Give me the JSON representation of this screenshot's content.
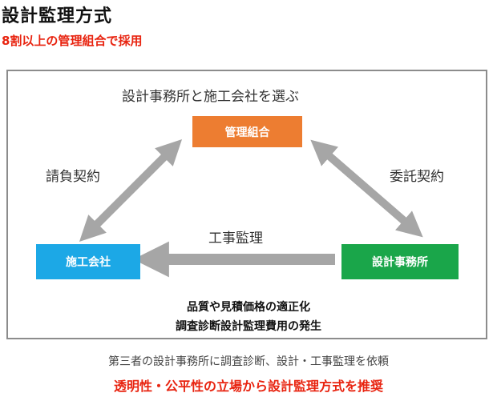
{
  "header": {
    "title": "設計監理方式",
    "subtitle": "8割以上の管理組合で採用"
  },
  "diagram": {
    "top_caption": "設計事務所と施工会社を選ぶ",
    "nodes": {
      "kanri": {
        "label": "管理組合",
        "color": "#ed7d31"
      },
      "sekou": {
        "label": "施工会社",
        "color": "#1ca8e6"
      },
      "sekkei": {
        "label": "設計事務所",
        "color": "#1aa64a"
      }
    },
    "edge_labels": {
      "left": "請負契約",
      "right": "委託契約",
      "bottom": "工事監理"
    },
    "arrow_color": "#a6a6a6",
    "notes": [
      "品質や見積価格の適正化",
      "調査診断設計監理費用の発生"
    ]
  },
  "footer": {
    "gray_text": "第三者の設計事務所に調査診断、設計・工事監理を依頼",
    "red_text": "透明性・公平性の立場から設計監理方式を推奨"
  }
}
